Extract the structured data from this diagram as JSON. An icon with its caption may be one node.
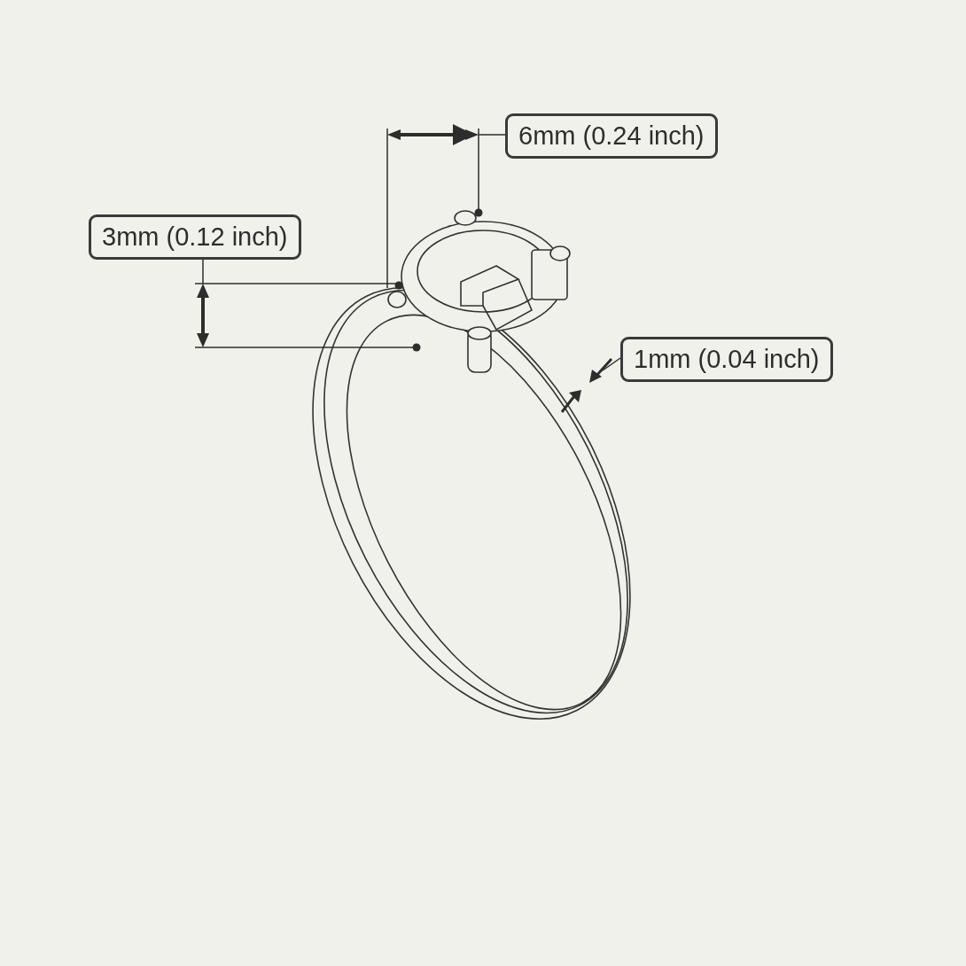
{
  "diagram": {
    "nodes": [
      {
        "text": [
          "6mm (0.24 inch)"
        ]
      },
      {
        "text": [
          "3mm (0.12 inch)"
        ]
      },
      {
        "text": [
          "1mm (0.04 inch)"
        ]
      }
    ]
  }
}
